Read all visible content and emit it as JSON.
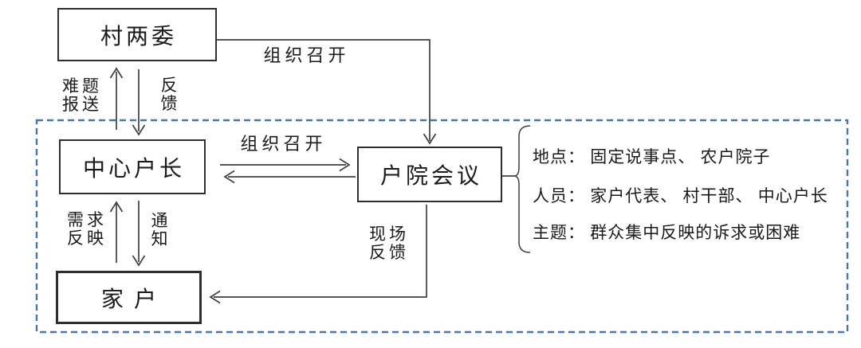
{
  "colors": {
    "dashed_border": "#4377ad",
    "connector_line": "#3f3f3f",
    "box_border": "#2e2e2e",
    "text": "#1a1a1a",
    "background": "#ffffff"
  },
  "nodes": {
    "village_committee": {
      "label": "村两委"
    },
    "central_household_head": {
      "label": "中心户长"
    },
    "household": {
      "label": "家户"
    },
    "courtyard_meeting": {
      "label": "户院会议"
    }
  },
  "edges": {
    "organize_convene_top": {
      "label": "组织召开"
    },
    "organize_convene_mid": {
      "label": "组织召开"
    },
    "problem_report": {
      "lines": [
        "难题",
        "报送"
      ]
    },
    "feedback": {
      "lines": [
        "反",
        "馈"
      ]
    },
    "demand_reflect": {
      "lines": [
        "需求",
        "反映"
      ]
    },
    "notify": {
      "lines": [
        "通",
        "知"
      ]
    },
    "onsite_feedback": {
      "lines": [
        "现场",
        "反馈"
      ]
    }
  },
  "annotation": {
    "items": [
      "地点： 固定说事点、 农户院子",
      "人员： 家户代表、 村干部、 中心户长",
      "主题： 群众集中反映的诉求或困难"
    ]
  }
}
